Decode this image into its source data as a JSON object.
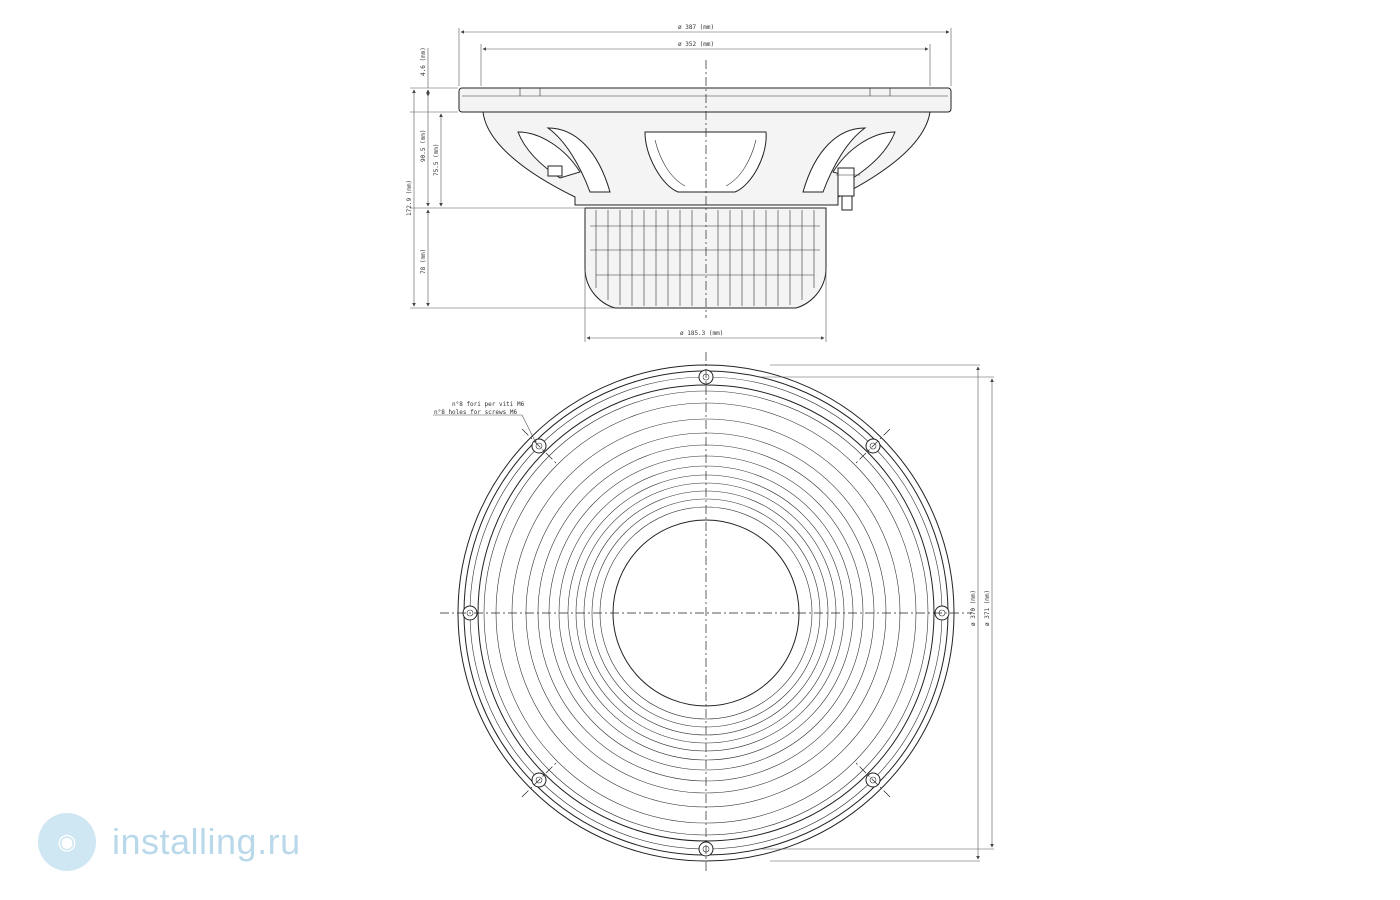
{
  "dimensions": {
    "outer_diameter": "ø 387 (mm)",
    "inner_diameter": "ø 352 (mm)",
    "flange_thickness": "4.6 (mm)",
    "total_depth": "172.9 (mm)",
    "basket_depth": "90.5 (mm)",
    "cone_depth": "75.5 (mm)",
    "magnet_depth": "78 (mm)",
    "magnet_diameter": "ø 185.3 (mm)",
    "diameter_370": "ø 370 (mm)",
    "diameter_371": "ø 371 (mm)"
  },
  "notes": {
    "holes_italian": "n°8 fori per viti M6",
    "holes_english": "n°8 holes for screws M6"
  },
  "watermark": {
    "logo": "speaker-logo-icon",
    "text": "installing.ru"
  }
}
